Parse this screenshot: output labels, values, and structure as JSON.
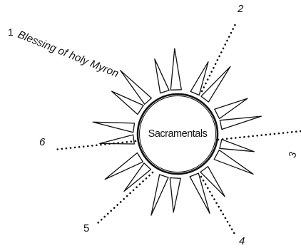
{
  "center_label": "Sacramentals",
  "spokes": [
    {
      "number": "1",
      "label": "Blessing of holy Myron"
    },
    {
      "number": "2",
      "label": ""
    },
    {
      "number": "3",
      "label": ""
    },
    {
      "number": "4",
      "label": ""
    },
    {
      "number": "5",
      "label": ""
    },
    {
      "number": "6",
      "label": ""
    }
  ],
  "colors": {
    "ink": "#111111",
    "background": "#ffffff"
  }
}
